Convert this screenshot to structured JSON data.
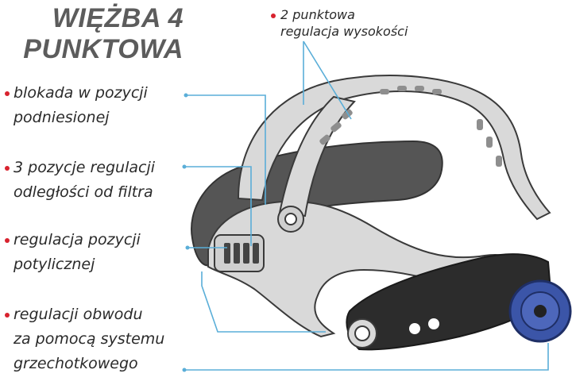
{
  "title": {
    "line1": "WIĘŻBA 4",
    "line2": "PUNKTOWA"
  },
  "callouts": {
    "top": {
      "lines": [
        "2 punktowa",
        "regulacja wysokości"
      ]
    },
    "locking": {
      "lines": [
        "blokada w pozycji",
        "podniesionej"
      ]
    },
    "filter_distance": {
      "lines": [
        "3 pozycje regulacji",
        "odległości od filtra"
      ]
    },
    "occipital": {
      "lines": [
        "regulacja pozycji",
        "potylicznej"
      ]
    },
    "circumference": {
      "lines": [
        "regulacji obwodu",
        "za pomocą systemu",
        "grzechotkowego"
      ]
    }
  },
  "colors": {
    "bullet": "#d8222e",
    "leader_line": "#5aaed8",
    "headband": "#d9d9d9",
    "headband_outline": "#3a3a3a",
    "padding": "#555555",
    "ratchet_knob": "#3b55a8",
    "title_text": "#5c5c5c"
  },
  "illustration": {
    "subject": "welding-helmet-headgear",
    "icons": [
      "bullet-dot",
      "ratchet-knob"
    ]
  }
}
